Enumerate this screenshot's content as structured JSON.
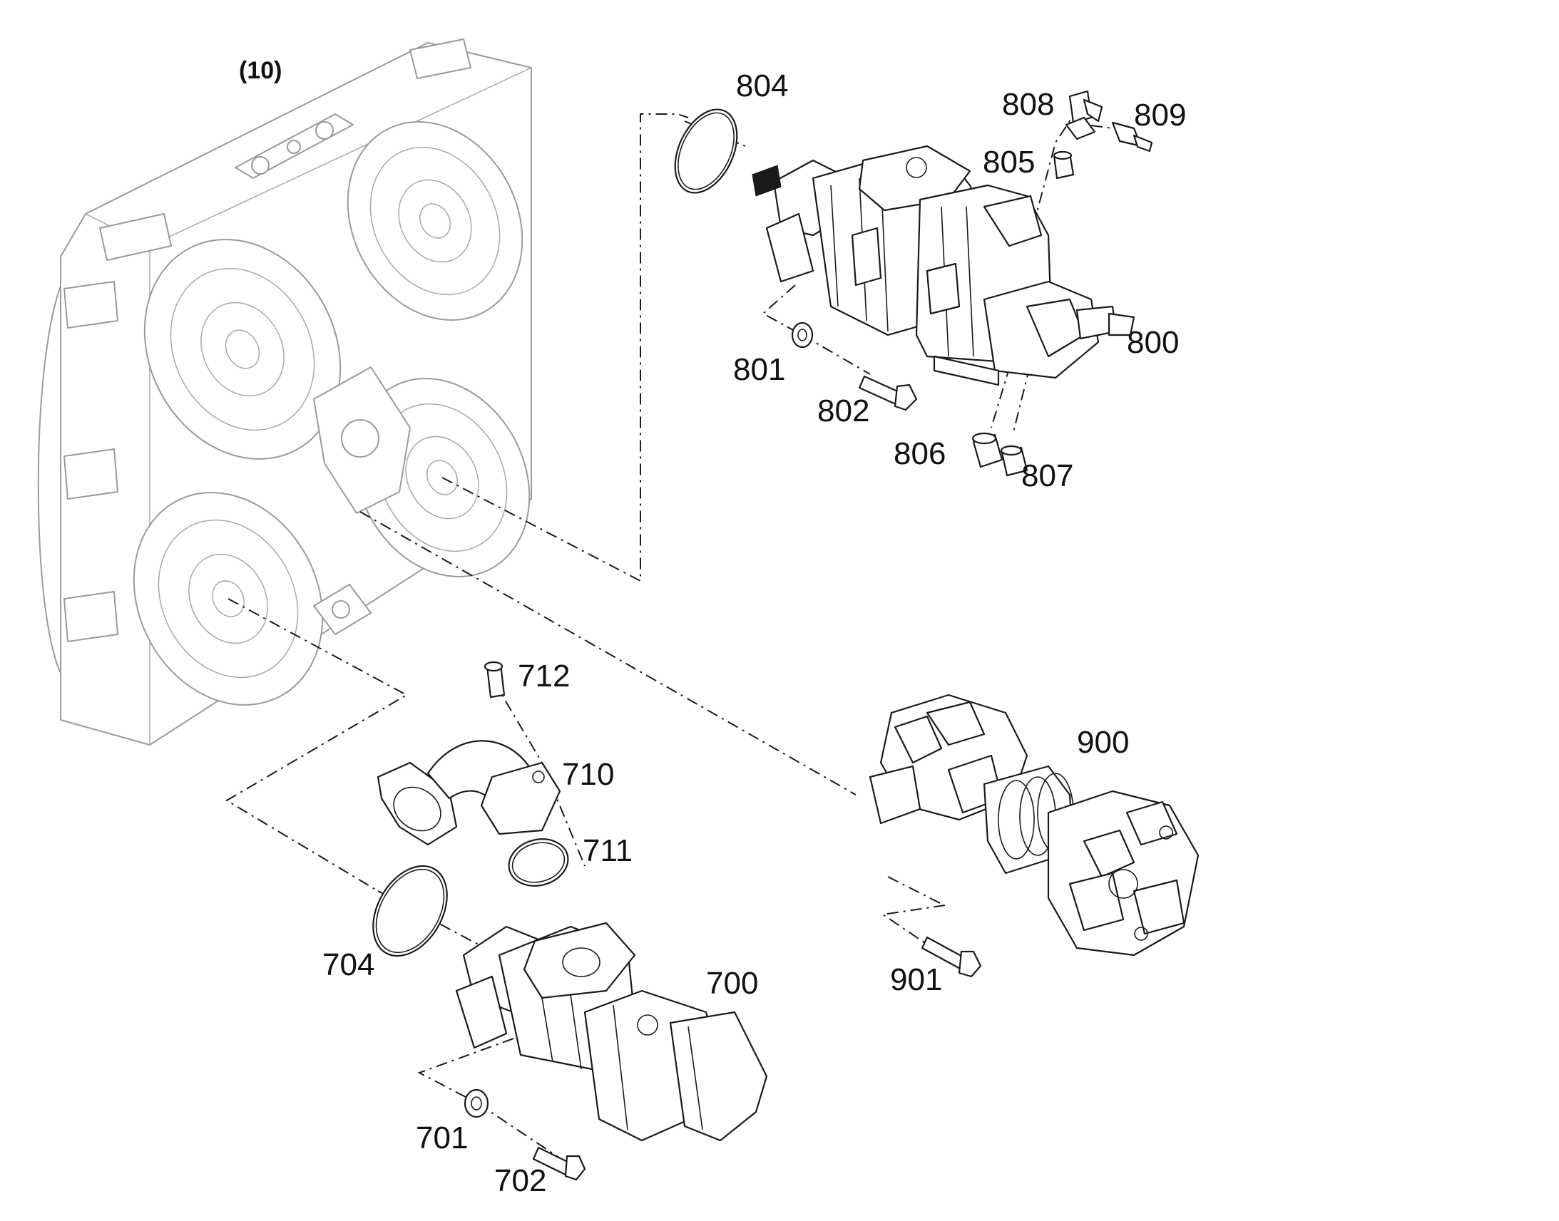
{
  "assembly_label": "(10)",
  "callouts": {
    "c700": "700",
    "c701": "701",
    "c702": "702",
    "c704": "704",
    "c710": "710",
    "c711": "711",
    "c712": "712",
    "c800": "800",
    "c801": "801",
    "c802": "802",
    "c804": "804",
    "c805": "805",
    "c806": "806",
    "c807": "807",
    "c808": "808",
    "c809": "809",
    "c900": "900",
    "c901": "901"
  },
  "colors": {
    "line": "#1a1a1a",
    "ghost": "#9a9a9a",
    "background": "#ffffff"
  }
}
